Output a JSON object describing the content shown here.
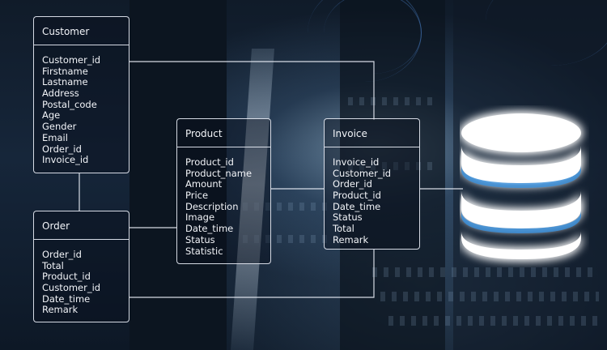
{
  "background": "server-rack-photo",
  "accent_color": "#9fd0ff",
  "db_icon": "database-icon",
  "entities": {
    "customer": {
      "title": "Customer",
      "fields": [
        "Customer_id",
        "Firstname",
        "Lastname",
        "Address",
        "Postal_code",
        "Age",
        "Gender",
        "Email",
        "Order_id",
        "Invoice_id"
      ]
    },
    "order": {
      "title": "Order",
      "fields": [
        "Order_id",
        "Total",
        "Product_id",
        "Customer_id",
        "Date_time",
        "Remark"
      ]
    },
    "product": {
      "title": "Product",
      "fields": [
        "Product_id",
        "Product_name",
        "Amount",
        "Price",
        "Description",
        "Image",
        "Date_time",
        "Status",
        "Statistic"
      ]
    },
    "invoice": {
      "title": "Invoice",
      "fields": [
        "Invoice_id",
        "Customer_id",
        "Order_id",
        "Product_id",
        "Date_time",
        "Status",
        "Total",
        "Remark"
      ]
    }
  }
}
